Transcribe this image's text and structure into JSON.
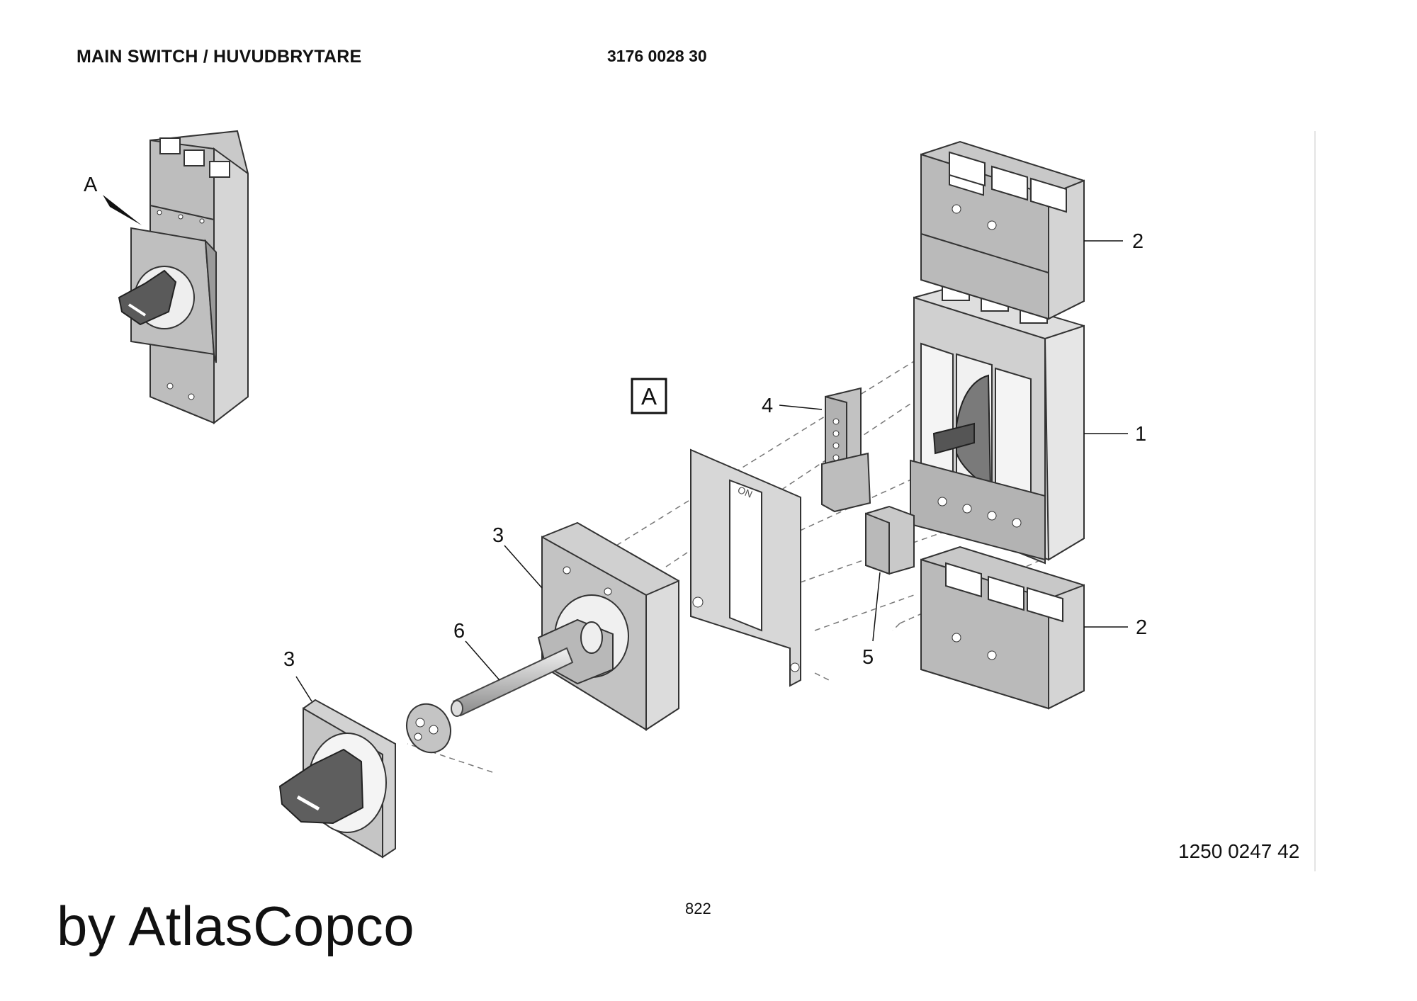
{
  "header": {
    "title": "MAIN SWITCH / HUVUDBRYTARE",
    "part_code": "3176 0028 30"
  },
  "view_marker": "A",
  "view_box_label": "A",
  "callouts": [
    {
      "id": "callout-1",
      "label": "1"
    },
    {
      "id": "callout-2-top",
      "label": "2"
    },
    {
      "id": "callout-2-bottom",
      "label": "2"
    },
    {
      "id": "callout-3-adapter",
      "label": "3"
    },
    {
      "id": "callout-3-knob",
      "label": "3"
    },
    {
      "id": "callout-4",
      "label": "4"
    },
    {
      "id": "callout-5",
      "label": "5"
    },
    {
      "id": "callout-6",
      "label": "6"
    }
  ],
  "footer": {
    "drawing_number": "1250 0247 42",
    "page_number": "822",
    "brand": "by AtlasCopco"
  }
}
